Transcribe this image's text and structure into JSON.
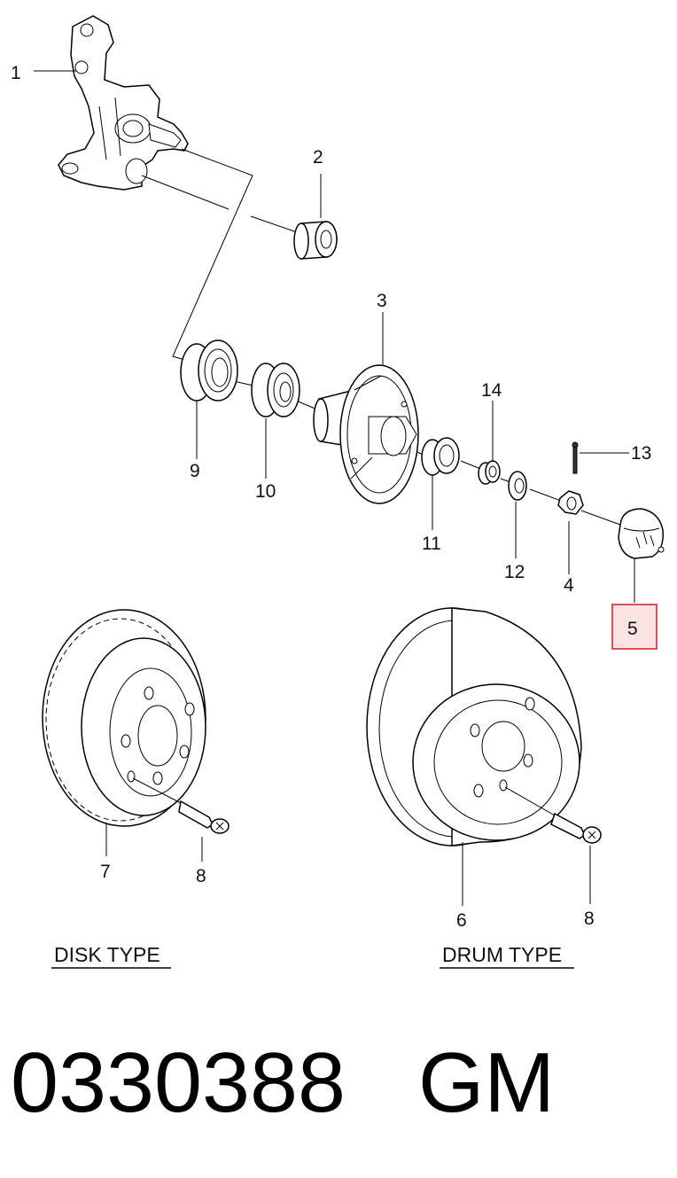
{
  "callouts": {
    "c1": "1",
    "c2": "2",
    "c3": "3",
    "c4": "4",
    "c5": "5",
    "c6": "6",
    "c7": "7",
    "c8a": "8",
    "c8b": "8",
    "c9": "9",
    "c10": "10",
    "c11": "11",
    "c12": "12",
    "c13": "13",
    "c14": "14"
  },
  "sections": {
    "disk": "DISK TYPE",
    "drum": "DRUM TYPE"
  },
  "part_number": "0330388",
  "brand": "GM",
  "colors": {
    "highlight_border": "#d6262e",
    "highlight_fill": "#fbe3e4"
  }
}
